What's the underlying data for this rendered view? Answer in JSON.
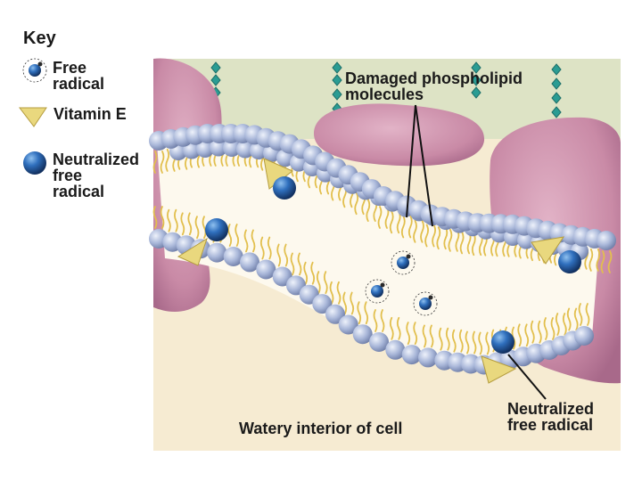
{
  "key": {
    "title": "Key",
    "free_radical": [
      "Free",
      "radical"
    ],
    "vitamin_e": "Vitamin E",
    "neutralized": [
      "Neutralized",
      "free",
      "radical"
    ]
  },
  "labels": {
    "damaged": [
      "Damaged phospholipid",
      "molecules"
    ],
    "watery": "Watery interior of cell",
    "neutralized": [
      "Neutralized",
      "free radical"
    ]
  },
  "colors": {
    "background": "#f6ebd2",
    "protein": "#c98aa6",
    "head": "#a9b7d9",
    "tail": "#e6c657",
    "vitamin_e": "#e9d87e",
    "radical": "#1f5fa8",
    "channel": "#2a9c93"
  }
}
